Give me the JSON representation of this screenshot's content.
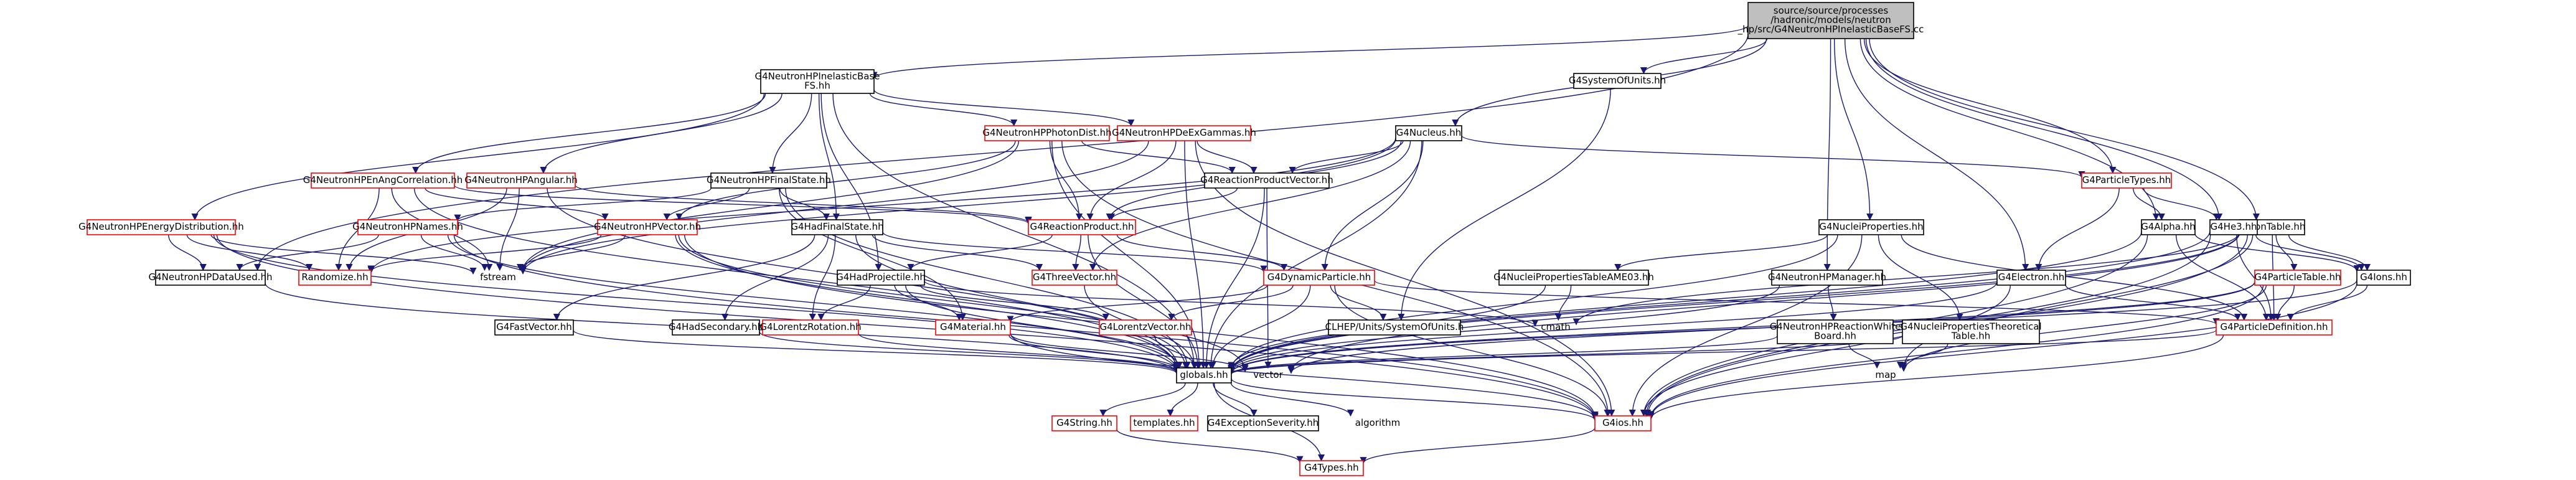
{
  "nodes": {
    "root": {
      "lines": [
        "source/source/processes",
        "/hadronic/models/neutron",
        "_hp/src/G4NeutronHPInelasticBaseFS.cc"
      ],
      "style": "root"
    },
    "inel_h": {
      "lines": [
        "G4NeutronHPInelasticBase",
        "FS.hh"
      ],
      "style": "black"
    },
    "sysunits": {
      "lines": [
        "G4SystemOfUnits.hh"
      ],
      "style": "black"
    },
    "nucleus": {
      "lines": [
        "G4Nucleus.hh"
      ],
      "style": "black"
    },
    "photondist": {
      "lines": [
        "G4NeutronHPPhotonDist.hh"
      ],
      "style": "red"
    },
    "deex": {
      "lines": [
        "G4NeutronHPDeExGammas.hh"
      ],
      "style": "red"
    },
    "angular": {
      "lines": [
        "G4NeutronHPAngular.hh"
      ],
      "style": "red"
    },
    "fstate": {
      "lines": [
        "G4NeutronHPFinalState.hh"
      ],
      "style": "black"
    },
    "enangcorr": {
      "lines": [
        "G4NeutronHPEnAngCorrelation.hh"
      ],
      "style": "red"
    },
    "endist": {
      "lines": [
        "G4NeutronHPEnergyDistribution.hh"
      ],
      "style": "red"
    },
    "names": {
      "lines": [
        "G4NeutronHPNames.hh"
      ],
      "style": "red"
    },
    "hpvector": {
      "lines": [
        "G4NeutronHPVector.hh"
      ],
      "style": "red"
    },
    "hadfs": {
      "lines": [
        "G4HadFinalState.hh"
      ],
      "style": "black"
    },
    "reactvec": {
      "lines": [
        "G4ReactionProductVector.hh"
      ],
      "style": "black"
    },
    "reactprod": {
      "lines": [
        "G4ReactionProduct.hh"
      ],
      "style": "red"
    },
    "partypes": {
      "lines": [
        "G4ParticleTypes.hh"
      ],
      "style": "red"
    },
    "nucprops": {
      "lines": [
        "G4NucleiProperties.hh"
      ],
      "style": "black"
    },
    "iontable": {
      "lines": [
        "G4IonTable.hh"
      ],
      "style": "black"
    },
    "alpha": {
      "lines": [
        "G4Alpha.hh"
      ],
      "style": "black"
    },
    "he3": {
      "lines": [
        "G4He3.hh"
      ],
      "style": "black"
    },
    "dataused": {
      "lines": [
        "G4NeutronHPDataUsed.hh"
      ],
      "style": "black"
    },
    "randomize": {
      "lines": [
        "Randomize.hh"
      ],
      "style": "red"
    },
    "fstream": {
      "lines": [
        "fstream"
      ],
      "style": "plain"
    },
    "hadproj": {
      "lines": [
        "G4HadProjectile.hh"
      ],
      "style": "black"
    },
    "threevec": {
      "lines": [
        "G4ThreeVector.hh"
      ],
      "style": "red"
    },
    "dynpart": {
      "lines": [
        "G4DynamicParticle.hh"
      ],
      "style": "red"
    },
    "nucame": {
      "lines": [
        "G4NucleiPropertiesTableAME03.hh"
      ],
      "style": "black"
    },
    "hpmanager": {
      "lines": [
        "G4NeutronHPManager.hh"
      ],
      "style": "black"
    },
    "electron": {
      "lines": [
        "G4Electron.hh"
      ],
      "style": "black"
    },
    "ptable": {
      "lines": [
        "G4ParticleTable.hh"
      ],
      "style": "red"
    },
    "ions": {
      "lines": [
        "G4Ions.hh"
      ],
      "style": "black"
    },
    "fastvec": {
      "lines": [
        "G4FastVector.hh"
      ],
      "style": "black"
    },
    "hadsec": {
      "lines": [
        "G4HadSecondary.hh"
      ],
      "style": "black"
    },
    "lorrot": {
      "lines": [
        "G4LorentzRotation.hh"
      ],
      "style": "red"
    },
    "material": {
      "lines": [
        "G4Material.hh"
      ],
      "style": "red"
    },
    "lorvec": {
      "lines": [
        "G4LorentzVector.hh"
      ],
      "style": "red"
    },
    "clhep": {
      "lines": [
        "CLHEP/Units/SystemOfUnits.h"
      ],
      "style": "black"
    },
    "cmath": {
      "lines": [
        "cmath"
      ],
      "style": "plain"
    },
    "reactwb": {
      "lines": [
        "G4NeutronHPReactionWhite",
        "Board.hh"
      ],
      "style": "black"
    },
    "nuctheo": {
      "lines": [
        "G4NucleiPropertiesTheoretical",
        "Table.hh"
      ],
      "style": "black"
    },
    "pdef": {
      "lines": [
        "G4ParticleDefinition.hh"
      ],
      "style": "red"
    },
    "map": {
      "lines": [
        "map"
      ],
      "style": "plain"
    },
    "vector": {
      "lines": [
        "vector"
      ],
      "style": "plain"
    },
    "globals": {
      "lines": [
        "globals.hh"
      ],
      "style": "black"
    },
    "g4string": {
      "lines": [
        "G4String.hh"
      ],
      "style": "red"
    },
    "templates": {
      "lines": [
        "templates.hh"
      ],
      "style": "red"
    },
    "exsev": {
      "lines": [
        "G4ExceptionSeverity.hh"
      ],
      "style": "black"
    },
    "algorithm": {
      "lines": [
        "algorithm"
      ],
      "style": "plain"
    },
    "g4ios": {
      "lines": [
        "G4ios.hh"
      ],
      "style": "red"
    },
    "g4types": {
      "lines": [
        "G4Types.hh"
      ],
      "style": "red"
    }
  },
  "edges": [
    [
      "root",
      "inel_h"
    ],
    [
      "root",
      "sysunits"
    ],
    [
      "root",
      "nucleus"
    ],
    [
      "root",
      "partypes"
    ],
    [
      "root",
      "nucprops"
    ],
    [
      "root",
      "iontable"
    ],
    [
      "root",
      "alpha"
    ],
    [
      "root",
      "he3"
    ],
    [
      "root",
      "electron"
    ],
    [
      "root",
      "hpmanager"
    ],
    [
      "root",
      "dataused"
    ],
    [
      "inel_h",
      "photondist"
    ],
    [
      "inel_h",
      "deex"
    ],
    [
      "inel_h",
      "angular"
    ],
    [
      "inel_h",
      "fstate"
    ],
    [
      "inel_h",
      "enangcorr"
    ],
    [
      "inel_h",
      "endist"
    ],
    [
      "inel_h",
      "hadfs"
    ],
    [
      "inel_h",
      "hadproj"
    ],
    [
      "inel_h",
      "globals"
    ],
    [
      "sysunits",
      "clhep"
    ],
    [
      "nucleus",
      "reactvec"
    ],
    [
      "nucleus",
      "reactprod"
    ],
    [
      "nucleus",
      "dynpart"
    ],
    [
      "nucleus",
      "partypes"
    ],
    [
      "nucleus",
      "globals"
    ],
    [
      "nucleus",
      "randomize"
    ],
    [
      "nucleus",
      "threevec"
    ],
    [
      "nucleus",
      "fstream"
    ],
    [
      "photondist",
      "reactvec"
    ],
    [
      "photondist",
      "reactprod"
    ],
    [
      "photondist",
      "hpvector"
    ],
    [
      "photondist",
      "globals"
    ],
    [
      "photondist",
      "fstream"
    ],
    [
      "photondist",
      "g4ios"
    ],
    [
      "deex",
      "reactvec"
    ],
    [
      "deex",
      "reactprod"
    ],
    [
      "deex",
      "globals"
    ],
    [
      "deex",
      "g4ios"
    ],
    [
      "deex",
      "fstream"
    ],
    [
      "angular",
      "randomize"
    ],
    [
      "angular",
      "fstream"
    ],
    [
      "angular",
      "reactprod"
    ],
    [
      "angular",
      "globals"
    ],
    [
      "fstate",
      "hadfs"
    ],
    [
      "fstate",
      "hpvector"
    ],
    [
      "fstate",
      "names"
    ],
    [
      "fstate",
      "globals"
    ],
    [
      "fstate",
      "material"
    ],
    [
      "enangcorr",
      "reactprod"
    ],
    [
      "enangcorr",
      "hpvector"
    ],
    [
      "enangcorr",
      "randomize"
    ],
    [
      "enangcorr",
      "fstream"
    ],
    [
      "enangcorr",
      "globals"
    ],
    [
      "endist",
      "fstream"
    ],
    [
      "endist",
      "dataused"
    ],
    [
      "endist",
      "globals"
    ],
    [
      "endist",
      "g4ios"
    ],
    [
      "endist",
      "randomize"
    ],
    [
      "names",
      "dataused"
    ],
    [
      "names",
      "fstream"
    ],
    [
      "names",
      "globals"
    ],
    [
      "names",
      "g4ios"
    ],
    [
      "hpvector",
      "fstream"
    ],
    [
      "hpvector",
      "randomize"
    ],
    [
      "hpvector",
      "globals"
    ],
    [
      "hpvector",
      "g4ios"
    ],
    [
      "hpvector",
      "vector"
    ],
    [
      "hadfs",
      "threevec"
    ],
    [
      "hadfs",
      "dynpart"
    ],
    [
      "hadfs",
      "lorrot"
    ],
    [
      "hadfs",
      "fastvec"
    ],
    [
      "hadfs",
      "hadsec"
    ],
    [
      "hadfs",
      "globals"
    ],
    [
      "reactvec",
      "reactprod"
    ],
    [
      "reactvec",
      "vector"
    ],
    [
      "reactvec",
      "globals"
    ],
    [
      "reactprod",
      "threevec"
    ],
    [
      "reactprod",
      "dynpart"
    ],
    [
      "reactprod",
      "hadproj"
    ],
    [
      "reactprod",
      "globals"
    ],
    [
      "partypes",
      "alpha"
    ],
    [
      "partypes",
      "he3"
    ],
    [
      "partypes",
      "electron"
    ],
    [
      "nucprops",
      "nucame"
    ],
    [
      "nucprops",
      "nuctheo"
    ],
    [
      "nucprops",
      "globals"
    ],
    [
      "nucprops",
      "g4ios"
    ],
    [
      "nucprops",
      "pdef"
    ],
    [
      "iontable",
      "ptable"
    ],
    [
      "iontable",
      "ions"
    ],
    [
      "iontable",
      "pdef"
    ],
    [
      "iontable",
      "globals"
    ],
    [
      "iontable",
      "vector"
    ],
    [
      "iontable",
      "g4ios"
    ],
    [
      "iontable",
      "map"
    ],
    [
      "iontable",
      "cmath"
    ],
    [
      "alpha",
      "pdef"
    ],
    [
      "alpha",
      "ions"
    ],
    [
      "alpha",
      "globals"
    ],
    [
      "alpha",
      "g4ios"
    ],
    [
      "he3",
      "pdef"
    ],
    [
      "he3",
      "ions"
    ],
    [
      "he3",
      "globals"
    ],
    [
      "he3",
      "g4ios"
    ],
    [
      "electron",
      "pdef"
    ],
    [
      "electron",
      "globals"
    ],
    [
      "electron",
      "g4ios"
    ],
    [
      "ptable",
      "pdef"
    ],
    [
      "ptable",
      "map"
    ],
    [
      "ptable",
      "vector"
    ],
    [
      "ptable",
      "globals"
    ],
    [
      "ptable",
      "g4ios"
    ],
    [
      "ions",
      "pdef"
    ],
    [
      "ions",
      "globals"
    ],
    [
      "ions",
      "g4ios"
    ],
    [
      "dataused",
      "globals"
    ],
    [
      "hadproj",
      "lorvec"
    ],
    [
      "hadproj",
      "material"
    ],
    [
      "hadproj",
      "lorrot"
    ],
    [
      "hadproj",
      "cmath"
    ],
    [
      "hadproj",
      "globals"
    ],
    [
      "threevec",
      "globals"
    ],
    [
      "dynpart",
      "lorvec"
    ],
    [
      "dynpart",
      "pdef"
    ],
    [
      "dynpart",
      "clhep"
    ],
    [
      "dynpart",
      "globals"
    ],
    [
      "dynpart",
      "g4ios"
    ],
    [
      "dynpart",
      "material"
    ],
    [
      "nucame",
      "globals"
    ],
    [
      "nucame",
      "cmath"
    ],
    [
      "hpmanager",
      "reactwb"
    ],
    [
      "hpmanager",
      "globals"
    ],
    [
      "reactwb",
      "map"
    ],
    [
      "reactwb",
      "globals"
    ],
    [
      "nuctheo",
      "globals"
    ],
    [
      "nuctheo",
      "map"
    ],
    [
      "fastvec",
      "globals"
    ],
    [
      "hadsec",
      "globals"
    ],
    [
      "lorrot",
      "globals"
    ],
    [
      "material",
      "globals"
    ],
    [
      "material",
      "vector"
    ],
    [
      "material",
      "g4ios"
    ],
    [
      "lorvec",
      "globals"
    ],
    [
      "pdef",
      "globals"
    ],
    [
      "pdef",
      "g4ios"
    ],
    [
      "globals",
      "g4string"
    ],
    [
      "globals",
      "templates"
    ],
    [
      "globals",
      "exsev"
    ],
    [
      "globals",
      "algorithm"
    ],
    [
      "globals",
      "g4ios"
    ],
    [
      "globals",
      "g4types"
    ],
    [
      "g4string",
      "g4types"
    ],
    [
      "g4ios",
      "g4types"
    ]
  ]
}
